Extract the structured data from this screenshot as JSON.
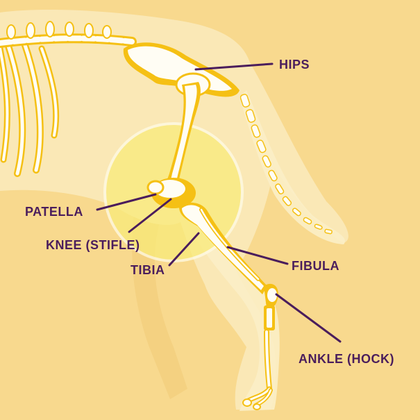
{
  "labels": {
    "hips": "HIPS",
    "patella": "PATELLA",
    "knee": "KNEE (STIFLE)",
    "tibia": "TIBIA",
    "fibula": "FIBULA",
    "ankle": "ANKLE (HOCK)"
  },
  "colors": {
    "background": "#f8d98e",
    "body_silhouette": "#fae9b8",
    "bone": "#fffdf4",
    "joint": "#f5c014",
    "highlight_circle": "#f9eb7a",
    "label_text": "#4a1d5c",
    "leader_line": "#4a1d5c"
  }
}
